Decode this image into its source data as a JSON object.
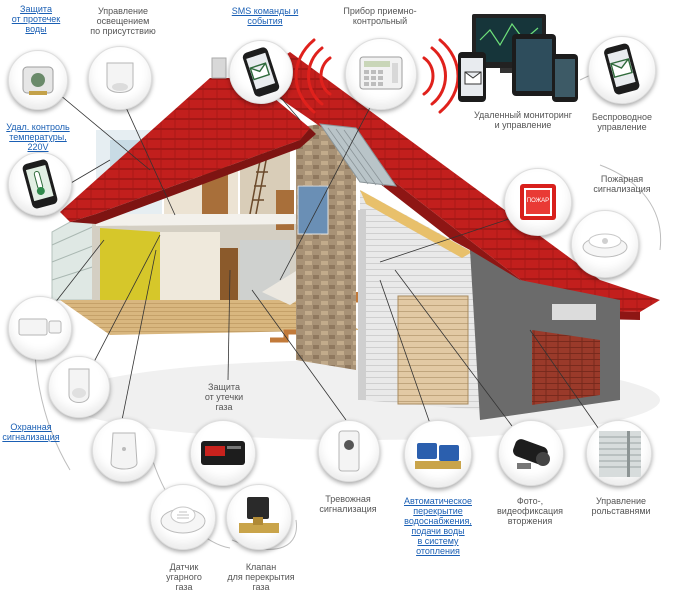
{
  "labels": {
    "leak": [
      "Защита",
      "от протечек",
      "воды"
    ],
    "lighting": [
      "Управление",
      "освещением",
      "по присутствию"
    ],
    "sms": [
      "SMS команды и",
      "события"
    ],
    "panel": [
      "Прибор приемно-",
      "контрольный"
    ],
    "temp": [
      "Удал. контроль",
      "температуры,",
      "220V"
    ],
    "remote": [
      "Удаленный мониторинг",
      "и управление"
    ],
    "wireless": [
      "Беспроводное",
      "управление"
    ],
    "fire": [
      "Пожарная",
      "сигнализация"
    ],
    "security": [
      "Охранная",
      "сигнализация"
    ],
    "gas_leak": [
      "Защита",
      "от утечки",
      "газа"
    ],
    "alarm": [
      "Тревожная",
      "сигнализация"
    ],
    "water_valve": [
      "Автоматическое",
      "перекрытие",
      "водоснабжения,",
      "подачи воды",
      "в систему",
      "отопления"
    ],
    "photo": [
      "Фото-,",
      "видеофиксация",
      "вторжения"
    ],
    "shutters": [
      "Управление",
      "рольставнями"
    ],
    "co_sensor": [
      "Датчик",
      "угарного",
      "газа"
    ],
    "gas_valve": [
      "Клапан",
      "для перекрытия",
      "газа"
    ]
  },
  "keypad_text": "█ ████",
  "fire_button_text": "ПОЖАР",
  "colors": {
    "roof": "#c0201e",
    "wall": "#d7d2c6",
    "link": "#1a5fb4",
    "text": "#555555",
    "yellow": "#d6c72a"
  }
}
